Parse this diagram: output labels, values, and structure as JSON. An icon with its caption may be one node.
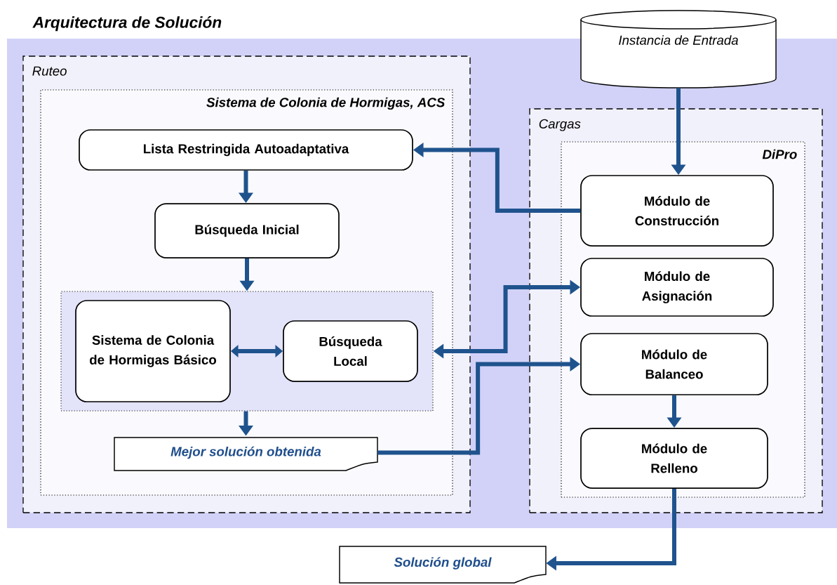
{
  "diagram": {
    "nodes": [
      {
        "text": [
          "Arquitectura de Solución"
        ]
      },
      {
        "text": [
          "Instancia de Entrada"
        ]
      },
      {
        "text": [
          "Ruteo"
        ],
        "in": 0
      },
      {
        "text": [
          "Sistema de Colonia de Hormigas, ACS"
        ],
        "in": 2
      },
      {
        "text": [
          "Lista Restringida Autoadaptativa"
        ],
        "in": 3
      },
      {
        "text": [
          "Búsqueda Inicial"
        ],
        "in": 3
      },
      {
        "text": [],
        "shape": "box",
        "in": 3
      },
      {
        "text": [
          "Sistema de Colonia de Hormigas Básico"
        ],
        "in": 6
      },
      {
        "text": [
          "Búsqueda Local"
        ],
        "in": 6
      },
      {
        "text": [
          "Mejor solución obtenida"
        ],
        "in": 3
      },
      {
        "text": [
          "Cargas"
        ],
        "in": 0
      },
      {
        "text": [
          "DiPro"
        ],
        "in": 10
      },
      {
        "text": [
          "Módulo de Construcción"
        ],
        "in": 11
      },
      {
        "text": [
          "Módulo de Asignación"
        ],
        "in": 11
      },
      {
        "text": [
          "Módulo de Balanceo"
        ],
        "in": 11
      },
      {
        "text": [
          "Módulo de Relleno"
        ],
        "in": 11
      },
      {
        "text": [
          "Solución global"
        ]
      }
    ],
    "edges": [
      {
        "from": 1,
        "to": 12,
        "arrow": "to"
      },
      {
        "from": 12,
        "to": 4,
        "arrow": "to"
      },
      {
        "from": 4,
        "to": 5,
        "arrow": "to"
      },
      {
        "from": 5,
        "to": 6,
        "arrow": "to"
      },
      {
        "from": 7,
        "to": 8,
        "arrow": "both"
      },
      {
        "from": 13,
        "to": 6,
        "arrow": "both"
      },
      {
        "from": 6,
        "to": 9,
        "arrow": "to"
      },
      {
        "from": 9,
        "to": 14,
        "arrow": "to"
      },
      {
        "from": 14,
        "to": 15,
        "arrow": "to"
      },
      {
        "from": 15,
        "to": 16,
        "arrow": "to"
      }
    ]
  }
}
